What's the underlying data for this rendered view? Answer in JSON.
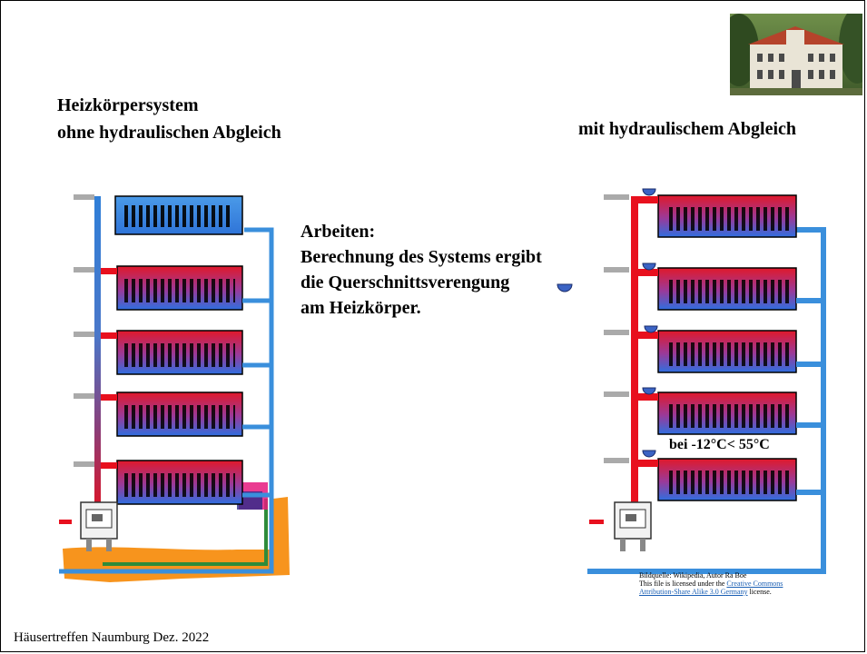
{
  "title_left": {
    "line1": "Heizkörpersystem",
    "line2": "ohne hydraulischen Abgleich"
  },
  "title_right": "mit hydraulischem Abgleich",
  "work": {
    "line1": "Arbeiten:",
    "line2": "Berechnung des Systems ergibt",
    "line3": "die Querschnittsverengung",
    "line4": "am Heizkörper."
  },
  "temperature_note": "bei -12°C< 55°C",
  "credit": {
    "line1": "Bildquelle: Wikipedia, Autor Ra Boe",
    "prefix": "This file is licensed under the",
    "link1": "Creative Commons",
    "link2": "Attribution-Share Alike 3.0 Germany",
    "suffix": "license."
  },
  "footer": "Häusertreffen Naumburg Dez. 2022",
  "colors": {
    "hot": "#e8101e",
    "cold": "#3a8fdc",
    "orange": "#f7941d",
    "green": "#2e8b3a",
    "magenta": "#e6197e",
    "valve": "#3b63c4"
  },
  "icons": [
    "house-photo",
    "boiler-icon",
    "valve-icon"
  ]
}
